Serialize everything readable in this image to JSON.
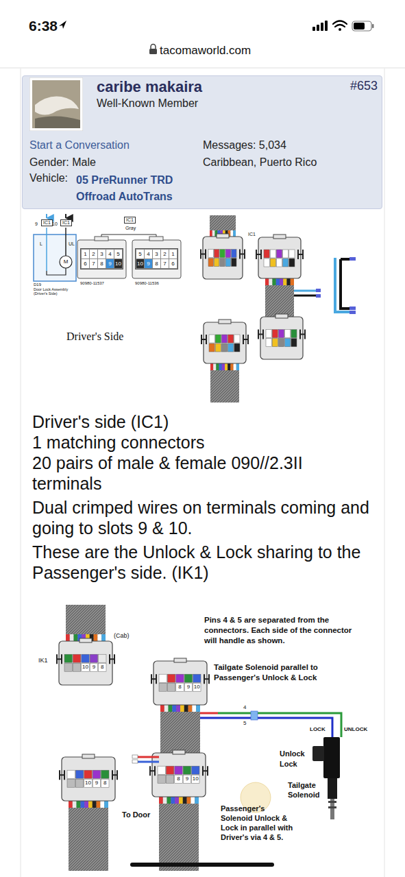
{
  "diagram": {
    "nodes": [
      {
        "text": [
          "caribe makaira",
          "Well-Known Member",
          "#653",
          "Start a Conversation",
          "Messages: 5,034",
          "Gender: Male",
          "Caribbean, Puerto Rico",
          "Vehicle:",
          "05 PreRunner TRD Offroad AutoTrans"
        ]
      },
      {
        "text": [
          "1",
          "2",
          "3",
          "4",
          "5",
          "6",
          "7",
          "8",
          "9",
          "10"
        ]
      },
      {
        "text": [
          "5",
          "4",
          "3",
          "2",
          "1",
          "10",
          "9",
          "8",
          "7",
          "6"
        ]
      }
    ],
    "labels": [
      "6:38",
      "tacomaworld.com",
      "9",
      "IC1",
      "10",
      "IC1",
      "L",
      "UL",
      "M",
      "D19",
      "Door Lock Assembly (Driver's Side)",
      "IC1",
      "Gray",
      "90980-11537",
      "90980-11536",
      "Driver's Side",
      "IC1",
      "Driver's side (IC1)",
      "1 matching connectors",
      "20 pairs of male & female 090//2.3II terminals",
      "Dual crimped wires on terminals coming and going to slots 9 & 10.",
      "These are the Unlock & Lock sharing to the Passenger's side. (IK1)",
      "(Cab)",
      "IK1",
      "10",
      "9",
      "8",
      "Pins 4 & 5 are separated from the connectors. Each side of the connector will handle as shown.",
      "Tailgate Solenoid parallel to Passenger's Unlock & Lock",
      "8",
      "9",
      "10",
      "4",
      "5",
      "LOCK",
      "UNLOCK",
      "Unlock",
      "Lock",
      "10",
      "9",
      "8",
      "8",
      "9",
      "10",
      "Tailgate Solenoid",
      "To Door",
      "Passenger's Solenoid Unlock & Lock in parallel with Driver's via 4 & 5."
    ]
  }
}
